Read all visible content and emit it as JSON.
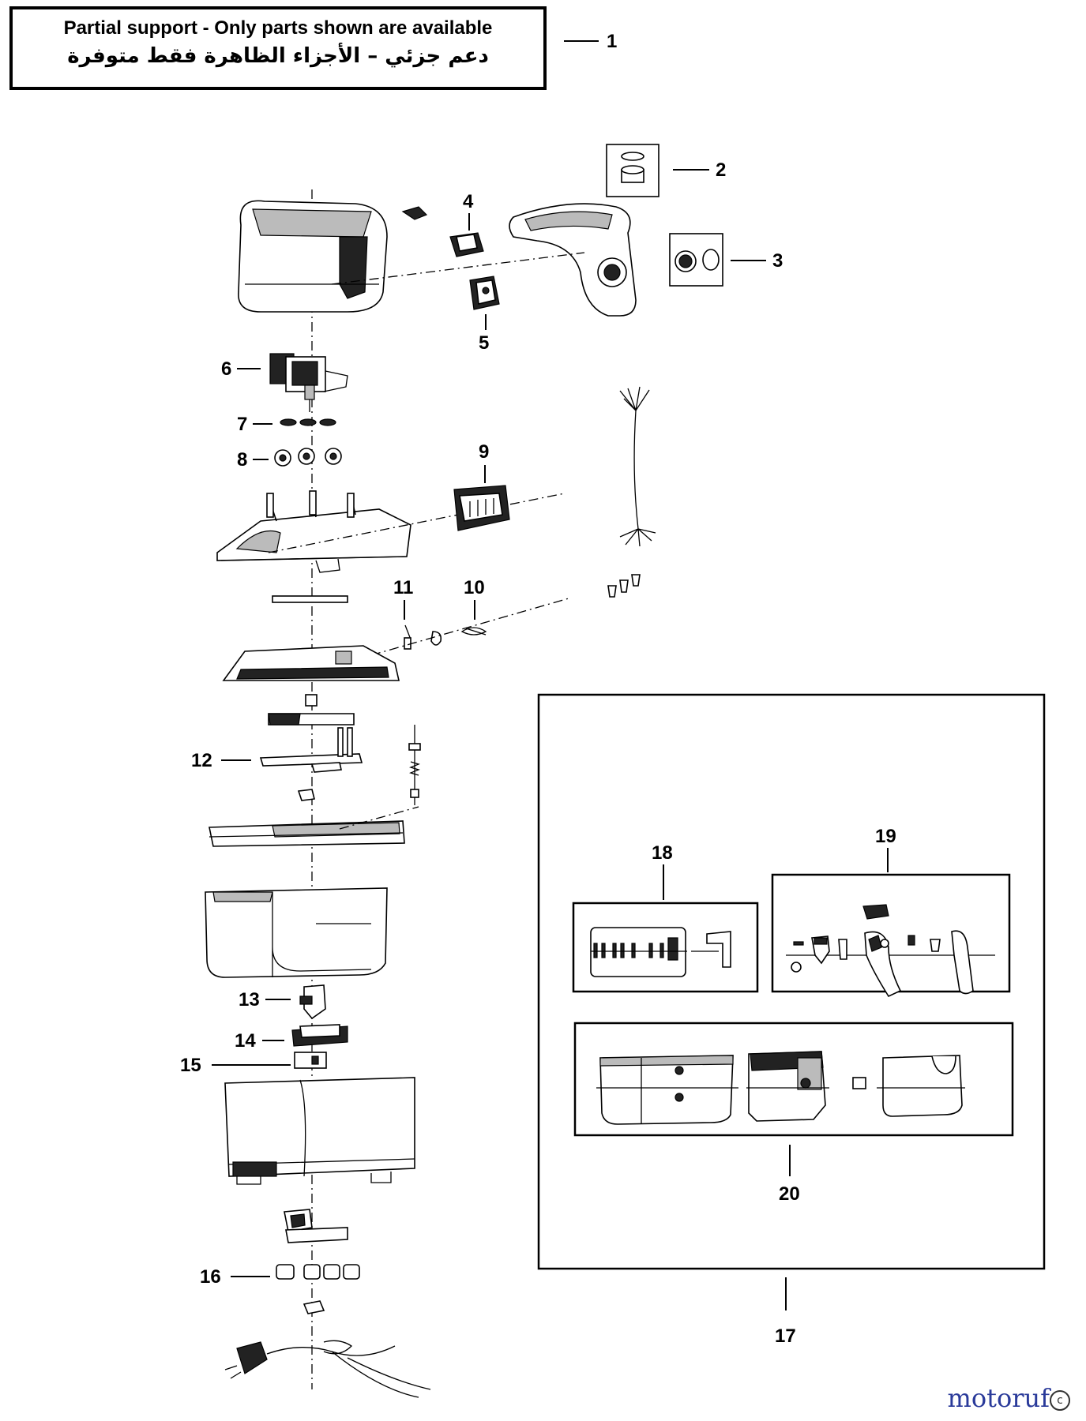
{
  "notice": {
    "english": "Partial support - Only parts shown are available",
    "arabic": "دعم جزئي – الأجزاء الظاهرة فقط متوفرة"
  },
  "callouts": [
    "1",
    "2",
    "3",
    "4",
    "5",
    "6",
    "7",
    "8",
    "9",
    "10",
    "11",
    "12",
    "13",
    "14",
    "15",
    "16",
    "17",
    "18",
    "19",
    "20"
  ],
  "watermark": {
    "text": "motoruf",
    "mark": "c"
  }
}
